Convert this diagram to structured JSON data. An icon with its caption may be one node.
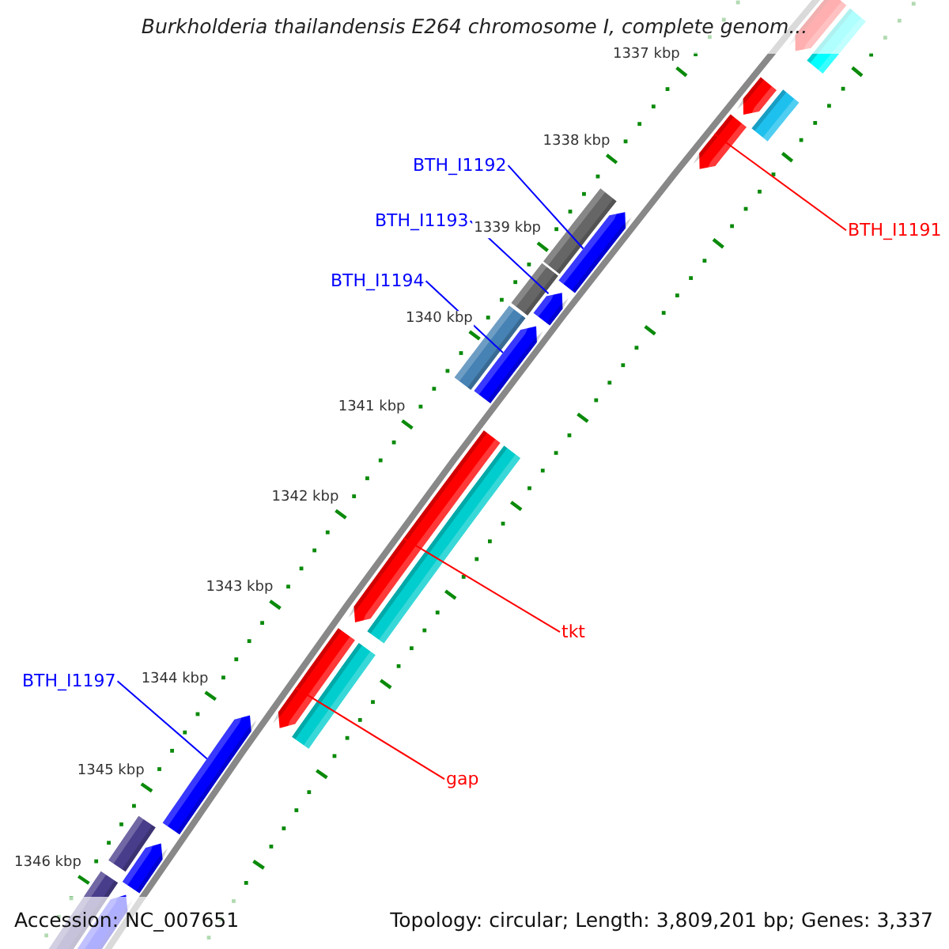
{
  "diagram": {
    "title": "Burkholderia thailandensis E264 chromosome I, complete genom...",
    "nodes": [
      {
        "text": [
          "BTH_I1192"
        ]
      },
      {
        "text": [
          "BTH_I1193"
        ]
      },
      {
        "text": [
          "BTH_I1191"
        ]
      },
      {
        "text": [
          "BTH_I1194"
        ]
      },
      {
        "text": [
          "tkt"
        ]
      },
      {
        "text": [
          "BTH_I1197"
        ]
      },
      {
        "text": [
          "gap"
        ]
      },
      {
        "text": [],
        "shape": "bar"
      },
      {
        "text": [],
        "shape": "bar"
      },
      {
        "text": [],
        "shape": "bar"
      },
      {
        "text": [],
        "shape": "bar"
      },
      {
        "text": [],
        "shape": "bar"
      },
      {
        "text": [],
        "shape": "bar"
      },
      {
        "text": [],
        "shape": "bar"
      },
      {
        "text": [],
        "shape": "bar"
      },
      {
        "text": [],
        "shape": "bar"
      },
      {
        "text": [],
        "shape": "bar"
      },
      {
        "text": [],
        "shape": "bar"
      },
      {
        "text": [],
        "shape": "bar"
      },
      {
        "text": [],
        "shape": "bar"
      },
      {
        "text": [],
        "shape": "bar"
      },
      {
        "text": [],
        "shape": "bar"
      },
      {
        "text": [],
        "shape": "bar"
      },
      {
        "text": [],
        "shape": "bar"
      },
      {
        "text": [],
        "shape": "bar"
      },
      {
        "text": [],
        "shape": "bar"
      },
      {
        "text": [],
        "shape": "bar"
      }
    ],
    "edges": [
      {
        "from": 0,
        "to": 7,
        "arrow": "none"
      },
      {
        "from": 1,
        "to": 8,
        "arrow": "none"
      },
      {
        "from": 2,
        "to": 9,
        "arrow": "none",
        "color": "#ff0000"
      },
      {
        "from": 3,
        "to": 10,
        "arrow": "none"
      },
      {
        "from": 4,
        "to": 11,
        "arrow": "none",
        "color": "#ff0000"
      },
      {
        "from": 5,
        "to": 12,
        "arrow": "none"
      },
      {
        "from": 6,
        "to": 13,
        "arrow": "none",
        "color": "#ff0000"
      }
    ],
    "labels": [
      "1337 kbp",
      "1338 kbp",
      "1339 kbp",
      "1340 kbp",
      "1341 kbp",
      "1342 kbp",
      "1343 kbp",
      "1344 kbp",
      "1345 kbp",
      "1346 kbp",
      "Accession: NC_007651",
      "Topology: circular; Length: 3,809,201 bp; Genes: 3,337"
    ]
  }
}
